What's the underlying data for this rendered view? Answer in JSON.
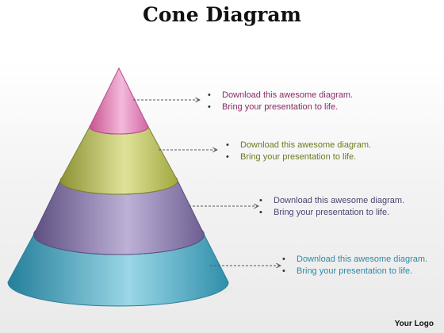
{
  "title": "Cone Diagram",
  "colors": {
    "tier1": "#e07ab4",
    "tier2": "#aeb84a",
    "tier3": "#7b6a9e",
    "tier4": "#3b9fba"
  },
  "notes": [
    {
      "line1": "Download this awesome diagram.",
      "line2": "Bring your presentation to life."
    },
    {
      "line1": "Download this awesome diagram.",
      "line2": "Bring your presentation to life."
    },
    {
      "line1": "Download this awesome diagram.",
      "line2": "Bring your presentation to life."
    },
    {
      "line1": "Download this awesome diagram.",
      "line2": "Bring your presentation to life."
    }
  ],
  "logo": "Your Logo"
}
